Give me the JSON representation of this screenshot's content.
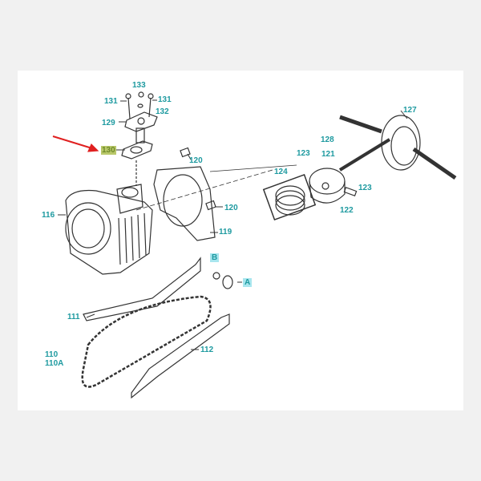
{
  "diagram": {
    "highlighted_part": "130",
    "labels": [
      "133",
      "131",
      "131",
      "132",
      "129",
      "130",
      "120",
      "116",
      "120",
      "119",
      "124",
      "123",
      "121",
      "128",
      "127",
      "122",
      "123",
      "B",
      "A",
      "111",
      "110",
      "110A",
      "112"
    ],
    "colors": {
      "label": "#1e9aa0",
      "highlight": "#b9c86a",
      "box": "#a8e6ee",
      "arrow": "#e02020"
    }
  }
}
